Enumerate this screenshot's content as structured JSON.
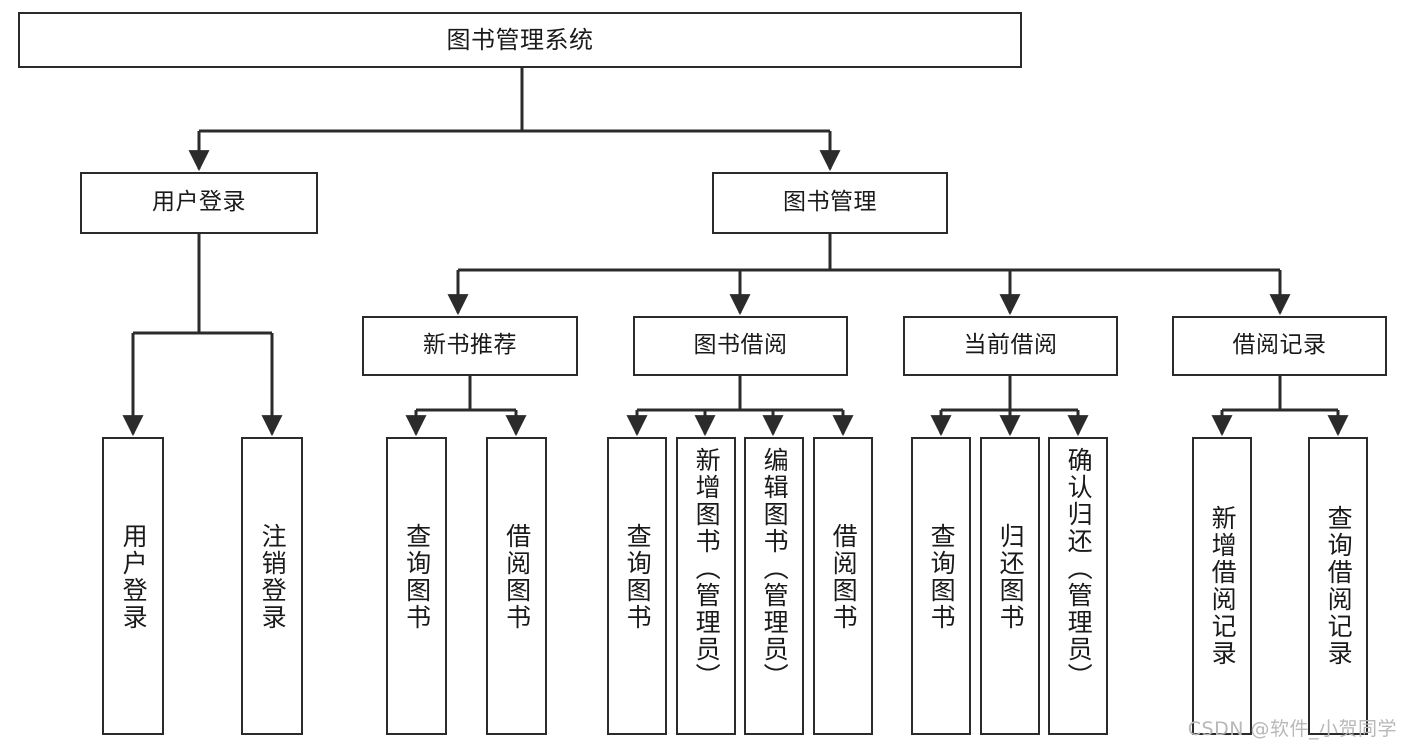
{
  "diagram": {
    "title": "图书管理系统",
    "watermark": "CSDN @软件_小贺同学",
    "colors": {
      "stroke": "#2b2b2b",
      "fill": "#ffffff",
      "text": "#1a1a1a",
      "watermark": "#b8b8b8"
    },
    "nodes": {
      "root": "图书管理系统",
      "level2": {
        "user_login": "用户登录",
        "book_manage": "图书管理"
      },
      "level3": {
        "new_book_recommend": "新书推荐",
        "book_borrow": "图书借阅",
        "current_borrow": "当前借阅",
        "borrow_record": "借阅记录"
      },
      "leaves": {
        "user_login_1": "用户登录",
        "user_login_2": "注销登录",
        "recommend_1": "查询图书",
        "recommend_2": "借阅图书",
        "borrow_1": "查询图书",
        "borrow_2": "新增图书（管理员）",
        "borrow_3": "编辑图书（管理员）",
        "borrow_4": "借阅图书",
        "current_1": "查询图书",
        "current_2": "归还图书",
        "current_3": "确认归还（管理员）",
        "record_1": "新增借阅记录",
        "record_2": "查询借阅记录"
      }
    }
  }
}
